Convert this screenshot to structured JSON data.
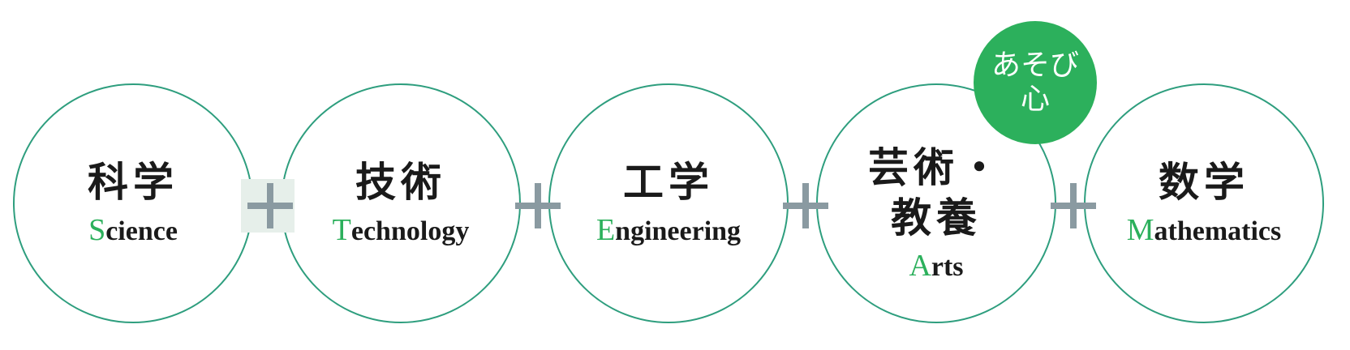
{
  "items": [
    {
      "jp": [
        "科学"
      ],
      "en_first": "S",
      "en_rest": "cience"
    },
    {
      "jp": [
        "技術"
      ],
      "en_first": "T",
      "en_rest": "echnology"
    },
    {
      "jp": [
        "工学"
      ],
      "en_first": "E",
      "en_rest": "ngineering"
    },
    {
      "jp": [
        "芸術・",
        "教養"
      ],
      "en_first": "A",
      "en_rest": "rts"
    },
    {
      "jp": [
        "数学"
      ],
      "en_first": "M",
      "en_rest": "athematics"
    }
  ],
  "badge": {
    "line1": "あそび",
    "line2": "心"
  },
  "colors": {
    "circle_border": "#2e9e7e",
    "accent": "#2cb05c",
    "plus": "#8a9aa1",
    "text": "#1a1a1a"
  }
}
